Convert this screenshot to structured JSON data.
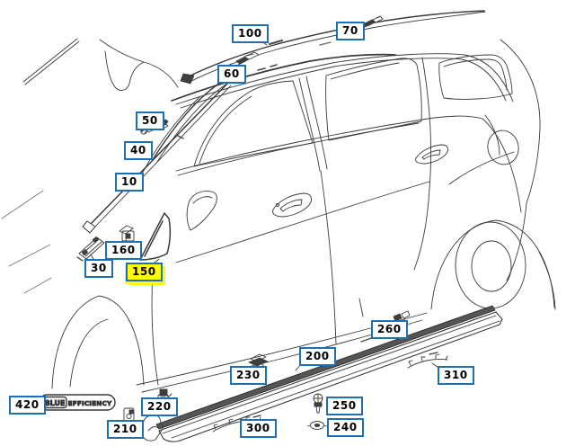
{
  "diagram": {
    "type": "vehicle-parts-exploded-diagram",
    "subject": "hatchback side view with exterior trim parts",
    "highlighted_part": "150"
  },
  "colors": {
    "callout_border": "#1f6fb2",
    "highlight_background": "#ffff00",
    "line_art": "#3a3a3a"
  },
  "callouts": {
    "c10": {
      "label": "10"
    },
    "c30": {
      "label": "30"
    },
    "c40": {
      "label": "40"
    },
    "c50": {
      "label": "50"
    },
    "c60": {
      "label": "60"
    },
    "c70": {
      "label": "70"
    },
    "c100": {
      "label": "100"
    },
    "c150": {
      "label": "150"
    },
    "c160": {
      "label": "160"
    },
    "c200": {
      "label": "200"
    },
    "c210": {
      "label": "210"
    },
    "c220": {
      "label": "220"
    },
    "c230": {
      "label": "230"
    },
    "c240": {
      "label": "240"
    },
    "c250": {
      "label": "250"
    },
    "c260": {
      "label": "260"
    },
    "c300": {
      "label": "300"
    },
    "c310": {
      "label": "310"
    },
    "c420": {
      "label": "420"
    }
  },
  "badge": {
    "blue": "BLUE",
    "efficiency": "EFFICIENCY"
  }
}
